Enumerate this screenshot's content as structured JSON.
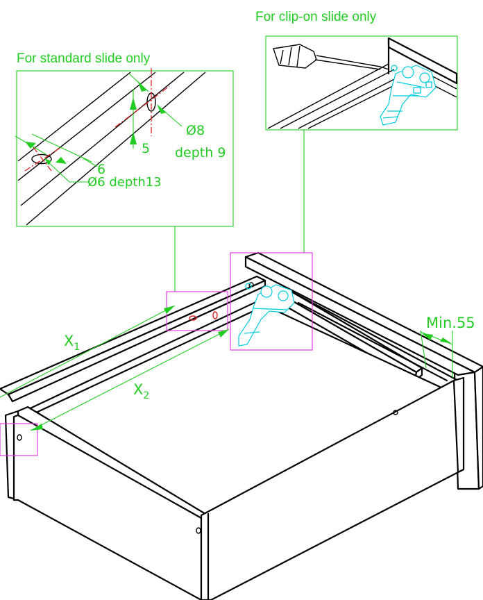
{
  "callouts": {
    "standard_slide": "For standard slide only",
    "clip_on_slide": "For clip-on slide only"
  },
  "dimensions": {
    "hole_large_dia": "Ø8",
    "hole_large_depth": "depth 9",
    "offset_5": "5",
    "offset_6": "6",
    "hole_small": "Ø6 depth13",
    "x1": "X",
    "x1_sub": "1",
    "x2": "X",
    "x2_sub": "2",
    "min_clearance": "Min.55"
  },
  "colors": {
    "dimension": "#22cc22",
    "detail_frame": "#e33be3",
    "slide_part": "#00ccdd",
    "centerline": "#dd2222",
    "outline": "#000000"
  }
}
